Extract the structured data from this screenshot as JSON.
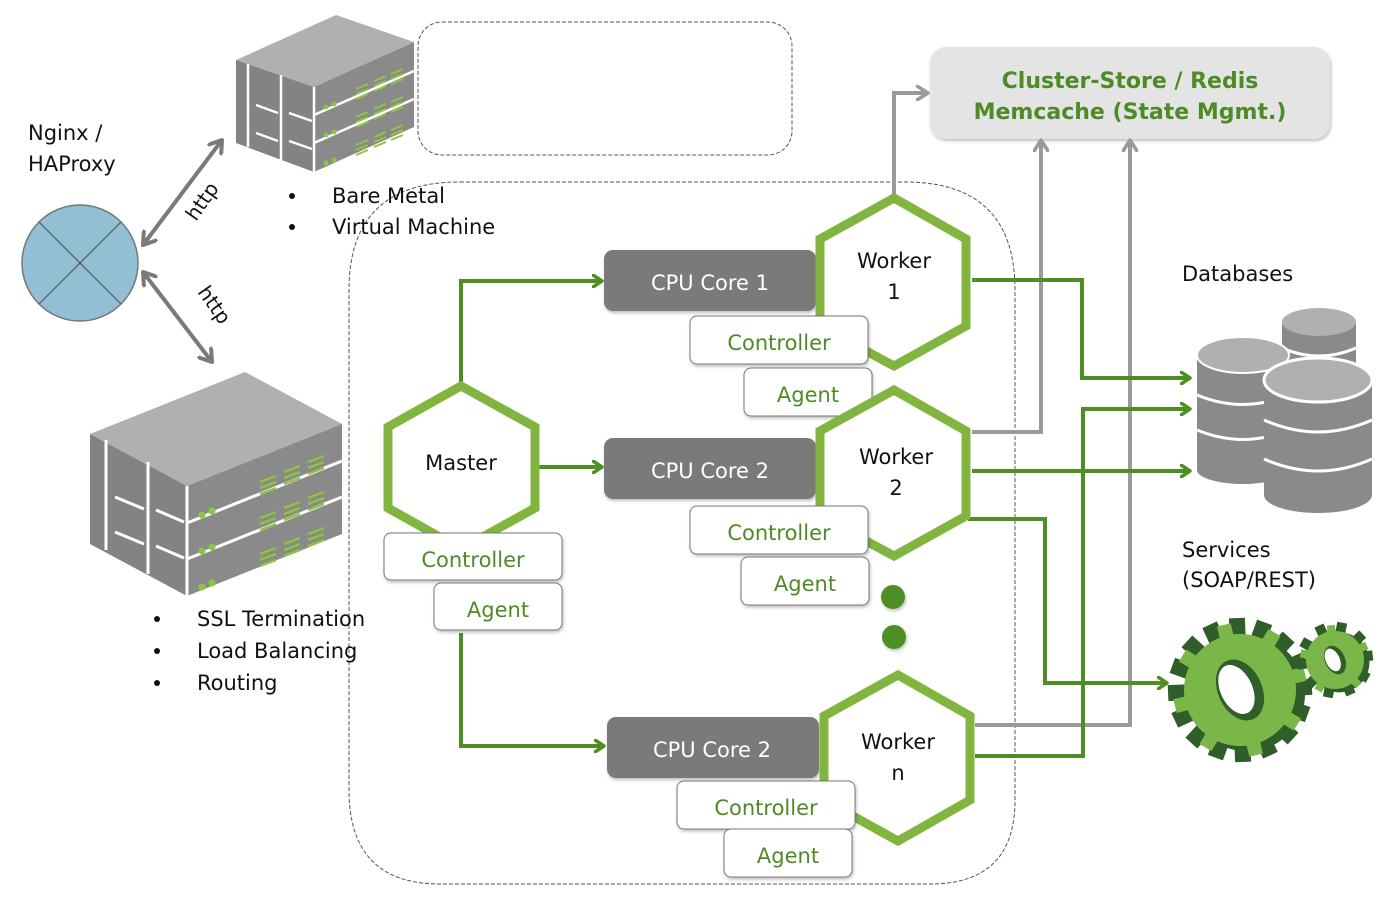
{
  "colors": {
    "green": "#4e8f23",
    "hex_green": "#82b440",
    "gear_light": "#7ab648",
    "gear_dark": "#2f5e2a",
    "cpu_gray": "#7a7a7a",
    "arrow_gray": "#9a9a9a",
    "store_bg": "#e4e4e4",
    "lb_fill": "#92bfd4",
    "server_top": "#b0b0b0",
    "server_side": "#838383"
  },
  "load_balancer": {
    "title_line1": "Nginx /",
    "title_line2": "HAProxy"
  },
  "links": {
    "http_top": "http",
    "http_bottom": "http"
  },
  "app_server": {
    "bullets": [
      "Bare Metal",
      "Virtual Machine"
    ]
  },
  "lb_server": {
    "bullets": [
      "SSL Termination",
      "Load Balancing",
      "Routing"
    ]
  },
  "cluster_store": {
    "line1": "Cluster-Store / Redis",
    "line2": "Memcache (State Mgmt.)"
  },
  "master": {
    "label": "Master",
    "controller": "Controller",
    "agent": "Agent"
  },
  "workers": [
    {
      "cpu": "CPU Core 1",
      "name_line1": "Worker",
      "name_line2": "1",
      "controller": "Controller",
      "agent": "Agent"
    },
    {
      "cpu": "CPU Core 2",
      "name_line1": "Worker",
      "name_line2": "2",
      "controller": "Controller",
      "agent": "Agent"
    },
    {
      "cpu": "CPU Core 2",
      "name_line1": "Worker",
      "name_line2": "n",
      "controller": "Controller",
      "agent": "Agent"
    }
  ],
  "databases": {
    "label": "Databases"
  },
  "services": {
    "line1": "Services",
    "line2": "(SOAP/REST)"
  },
  "icons": {
    "load_balancer": "load-balancer-icon",
    "server": "server-rack-icon",
    "database": "database-icon",
    "gears": "gears-icon",
    "ellipsis": "vertical-ellipsis-dots"
  }
}
